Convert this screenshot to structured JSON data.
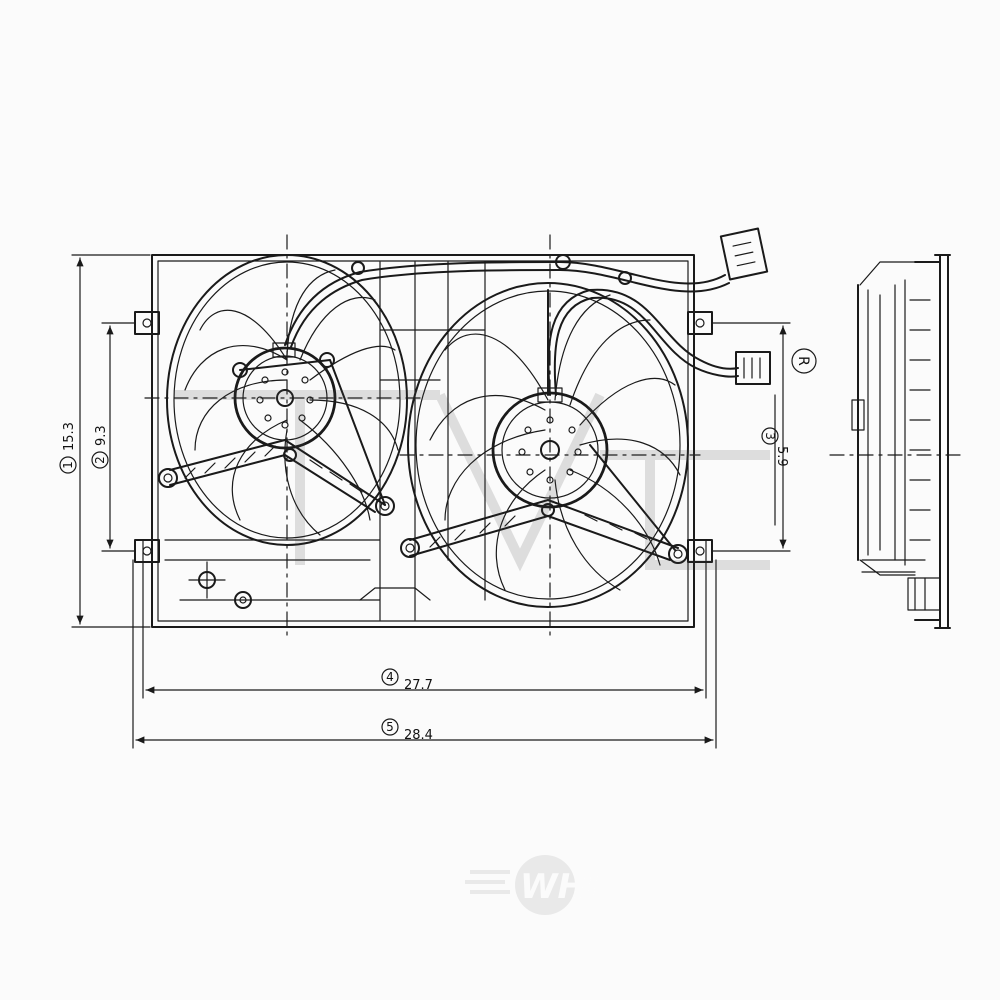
{
  "dimensions": [
    {
      "id": "1",
      "label": "15.3",
      "orientation": "vertical"
    },
    {
      "id": "2",
      "label": "9.3",
      "orientation": "vertical"
    },
    {
      "id": "3",
      "label": "5.9",
      "orientation": "vertical"
    },
    {
      "id": "4",
      "label": "27.7",
      "orientation": "horizontal"
    },
    {
      "id": "5",
      "label": "28.4",
      "orientation": "horizontal"
    }
  ],
  "side_marker": "R",
  "watermark": "WHI"
}
